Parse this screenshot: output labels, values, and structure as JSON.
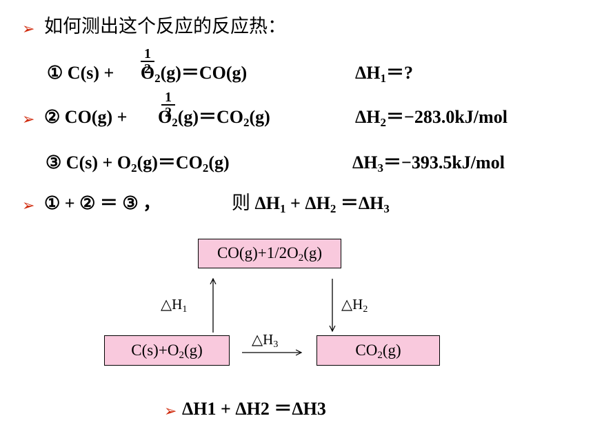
{
  "bullet_glyph": "➢",
  "question": "如何测出这个反应的反应热：",
  "eq1": {
    "label": "① C(s) + ",
    "o2": "O",
    "o2_sub": "2",
    "rest": "(g)＝CO(g)",
    "dh": "ΔH",
    "dh_sub": "1",
    "dh_val": "＝?"
  },
  "eq2": {
    "label": "② CO(g) + ",
    "o2": "O",
    "o2_sub": "2",
    "rest": "(g)＝CO",
    "co2_sub": "2",
    "rest2": "(g)",
    "dh": "ΔH",
    "dh_sub": "2",
    "dh_val": "＝−283.0kJ/mol"
  },
  "eq3": {
    "label": "③ C(s) + O",
    "o2_sub": "2",
    "rest": "(g)＝CO",
    "co2_sub": "2",
    "rest2": "(g)",
    "dh": "ΔH",
    "dh_sub": "3",
    "dh_val": "＝−393.5kJ/mol"
  },
  "frac": {
    "num": "1",
    "den": "2"
  },
  "sum": {
    "left": "① + ② ＝ ③ ，",
    "then": "则",
    "dh1": "ΔH",
    "s1": "1",
    "plus": " + ΔH",
    "s2": "2",
    "eq": " ＝ΔH",
    "s3": "3"
  },
  "diagram": {
    "top_box": {
      "a": "CO(g)+1/2O",
      "sub": "2",
      "b": "(g)"
    },
    "left_box": {
      "a": "C(s)+O",
      "sub": "2",
      "b": "(g)"
    },
    "right_box": {
      "a": "CO",
      "sub": "2",
      "b": "(g)"
    },
    "dh1": {
      "a": "△H",
      "sub": "1"
    },
    "dh2": {
      "a": "△H",
      "sub": "2"
    },
    "dh3": {
      "a": "△H",
      "sub": "3"
    },
    "colors": {
      "box_fill": "#f9c9dd",
      "bullet": "#d02a0c"
    }
  },
  "conclusion": "ΔH1 + ΔH2 ＝ΔH3"
}
